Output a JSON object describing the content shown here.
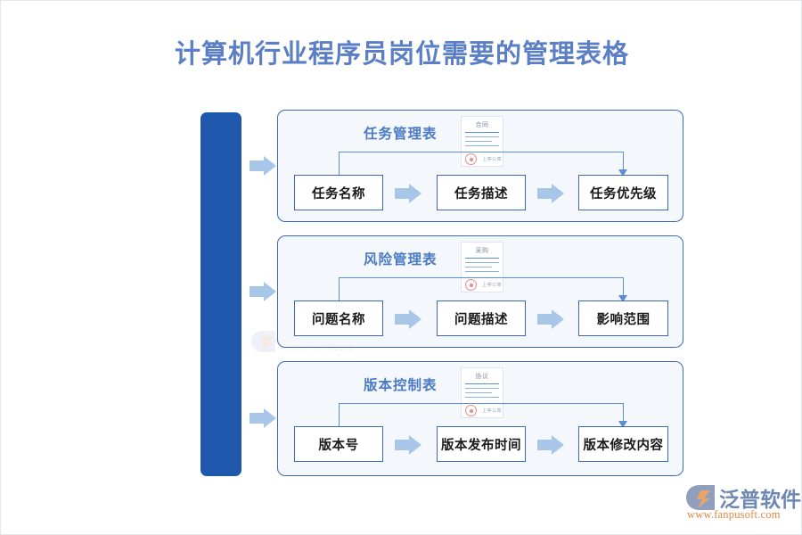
{
  "page": {
    "title": "计算机行业程序员岗位需要的管理表格",
    "title_color": "#5b7fc7",
    "background": "#ffffff"
  },
  "spine": {
    "label": "spine-bar",
    "color": "#1f57ad"
  },
  "watermark": {
    "text": "泛普软件",
    "subtext": "FANPU SOFTWARE"
  },
  "diagram": {
    "type": "flow",
    "card_border_color": "#3c68b4",
    "card_fill_color": "#f4f8fd",
    "arrow_color": "#a8c6e8",
    "connector_color": "#5b8ed4",
    "sections": [
      {
        "title": "任务管理表",
        "doc_icon": {
          "name": "contract-document-icon",
          "label": "合同",
          "signature": "上亭公章"
        },
        "fields": [
          "任务名称",
          "任务描述",
          "任务优先级"
        ]
      },
      {
        "title": "风险管理表",
        "doc_icon": {
          "name": "purchase-document-icon",
          "label": "采购",
          "signature": "上亭公章"
        },
        "fields": [
          "问题名称",
          "问题描述",
          "影响范围"
        ]
      },
      {
        "title": "版本控制表",
        "doc_icon": {
          "name": "agreement-document-icon",
          "label": "协议",
          "signature": "上亭公章"
        },
        "fields": [
          "版本号",
          "版本发布时间",
          "版本修改内容"
        ]
      }
    ]
  },
  "brand": {
    "name": "泛普软件",
    "url": "www.fanpusoft.com",
    "name_color": "#6e88b4",
    "url_color": "#e2873f"
  }
}
